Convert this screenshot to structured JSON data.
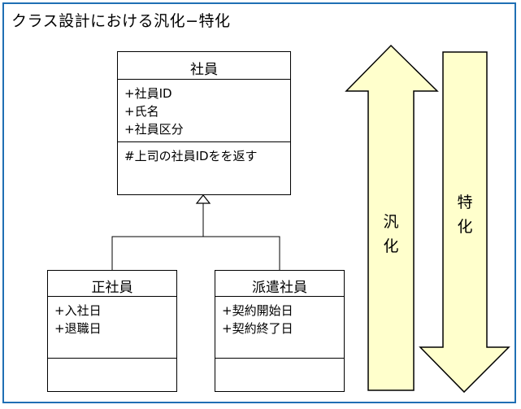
{
  "title": "クラス設計における汎化−特化",
  "classes": {
    "employee": {
      "name": "社員",
      "attributes": [
        "+社員ID",
        "+氏名",
        "+社員区分"
      ],
      "operations": [
        "#上司の社員IDをを返す"
      ]
    },
    "regular": {
      "name": "正社員",
      "attributes": [
        "+入社日",
        "+退職日"
      ]
    },
    "dispatched": {
      "name": "派遣社員",
      "attributes": [
        "+契約開始日",
        "+契約終了日"
      ]
    }
  },
  "arrows": {
    "up": {
      "label_1": "汎",
      "label_2": "化"
    },
    "down": {
      "label_1": "特",
      "label_2": "化"
    }
  },
  "colors": {
    "frame": "#1f6fb4",
    "arrow_fill": "#ffffcc",
    "stroke": "#000000"
  }
}
